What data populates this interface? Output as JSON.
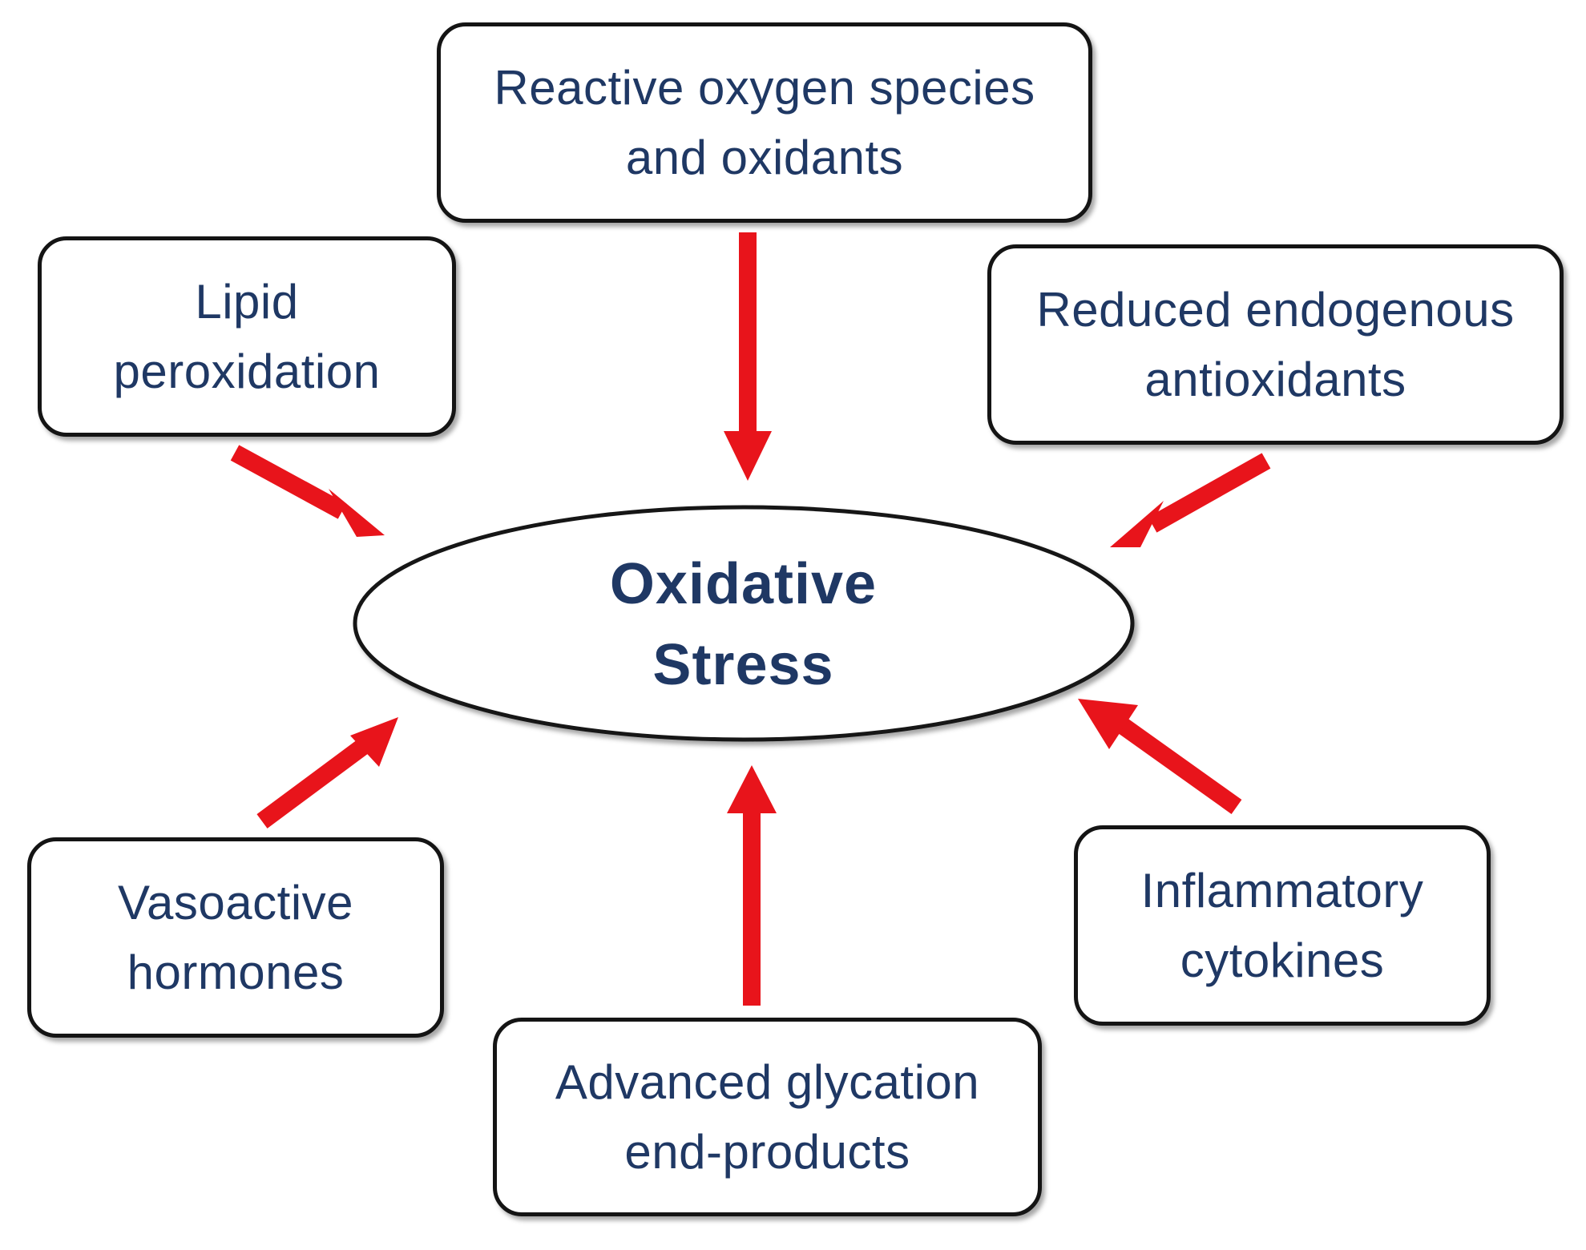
{
  "center": {
    "line1": "Oxidative",
    "line2": "Stress"
  },
  "factors": {
    "ros": {
      "line1": "Reactive oxygen species",
      "line2": "and oxidants"
    },
    "lipid": {
      "line1": "Lipid",
      "line2": "peroxidation"
    },
    "reduced": {
      "line1": "Reduced endogenous",
      "line2": "antioxidants"
    },
    "vaso": {
      "line1": "Vasoactive",
      "line2": "hormones"
    },
    "inflam": {
      "line1": "Inflammatory",
      "line2": "cytokines"
    },
    "age": {
      "line1": "Advanced glycation",
      "line2": "end-products"
    }
  },
  "colors": {
    "arrow": "#e8141b",
    "text": "#1f3864",
    "outline": "#141414"
  }
}
